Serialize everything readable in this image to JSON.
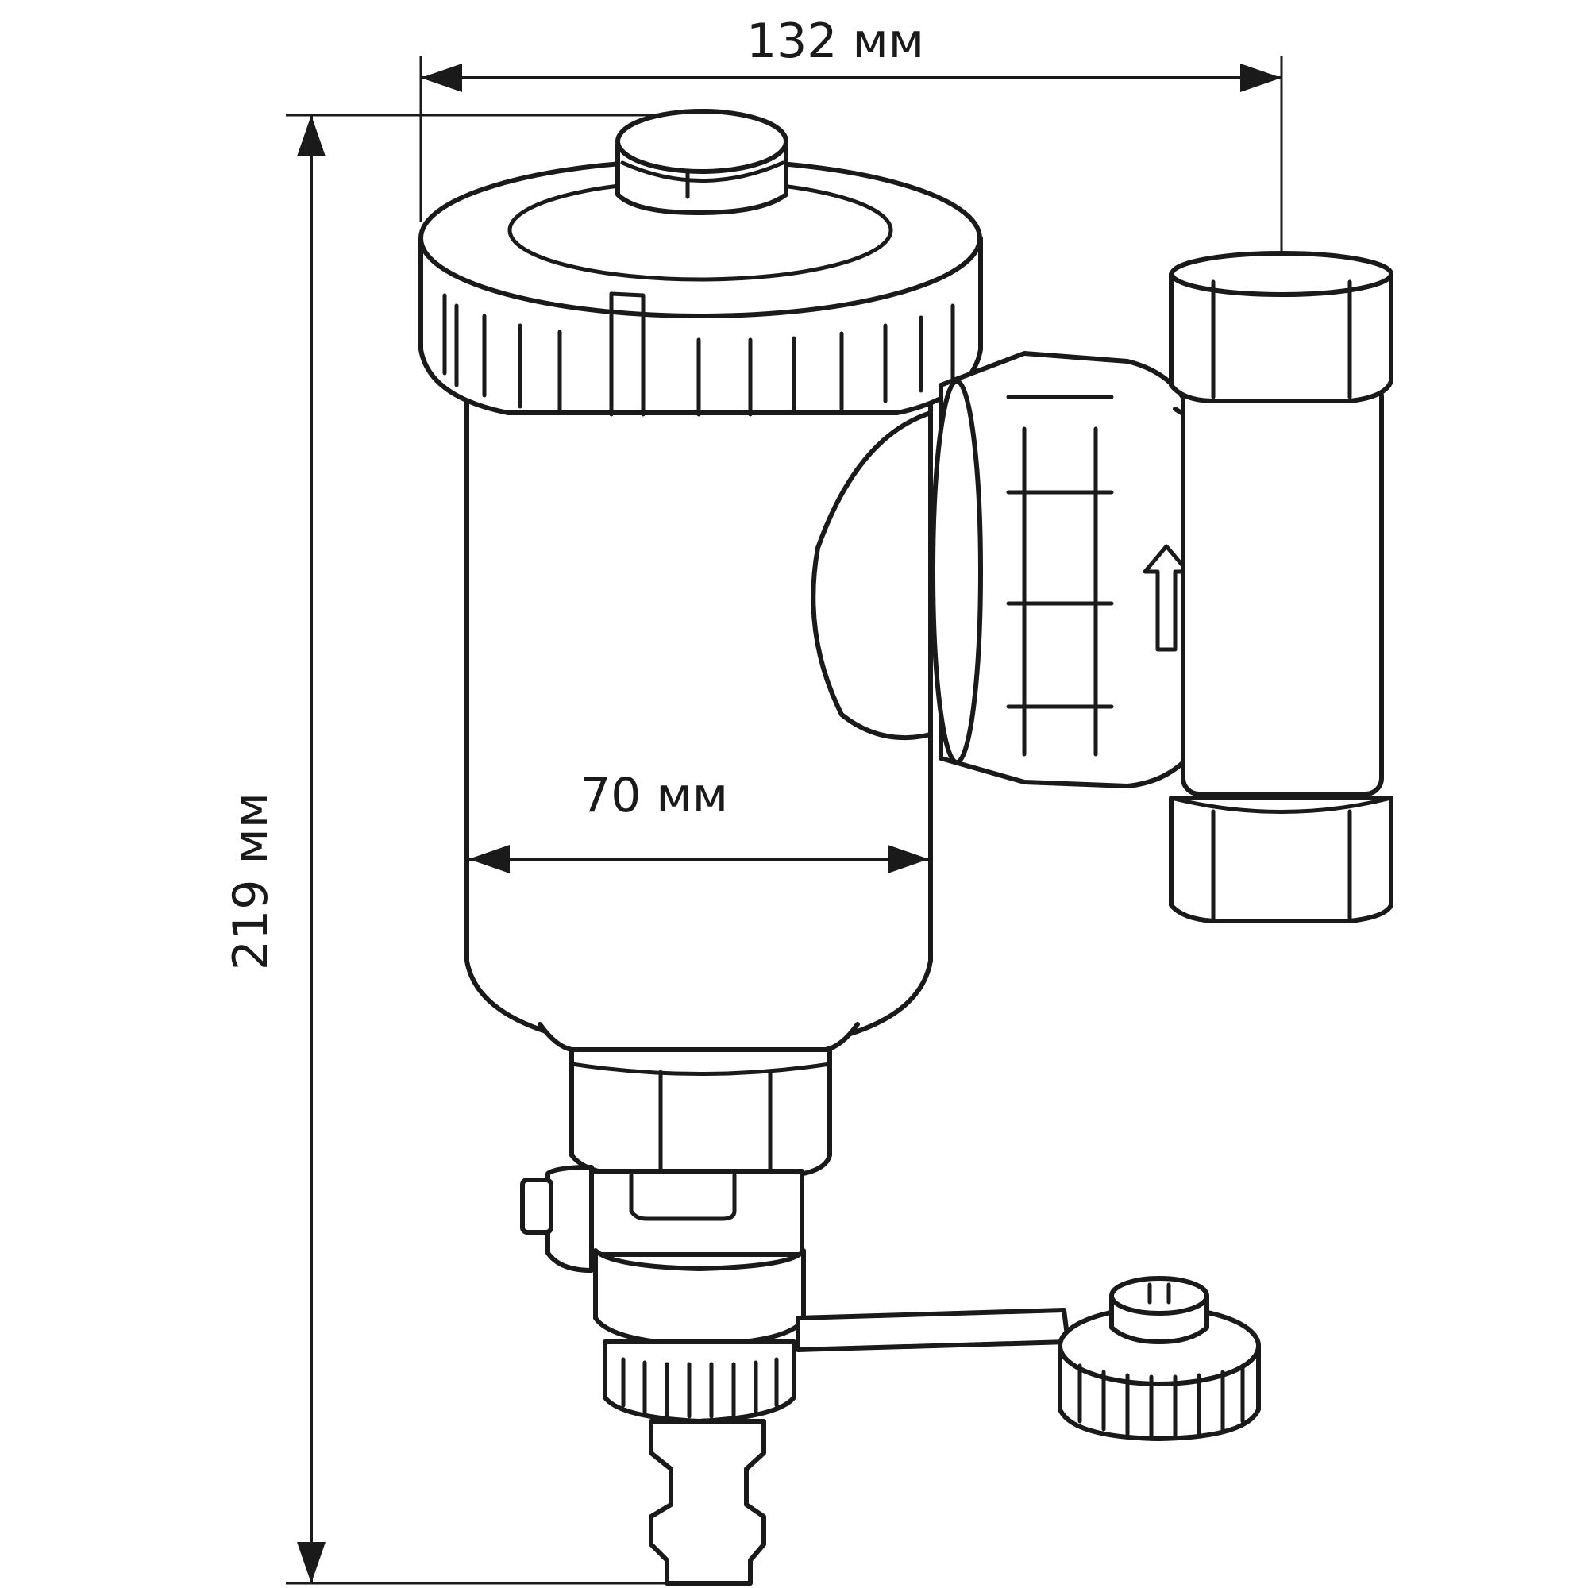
{
  "dimensions": {
    "total_width": "132 мм",
    "body_width": "70 мм",
    "total_height": "219 мм"
  }
}
